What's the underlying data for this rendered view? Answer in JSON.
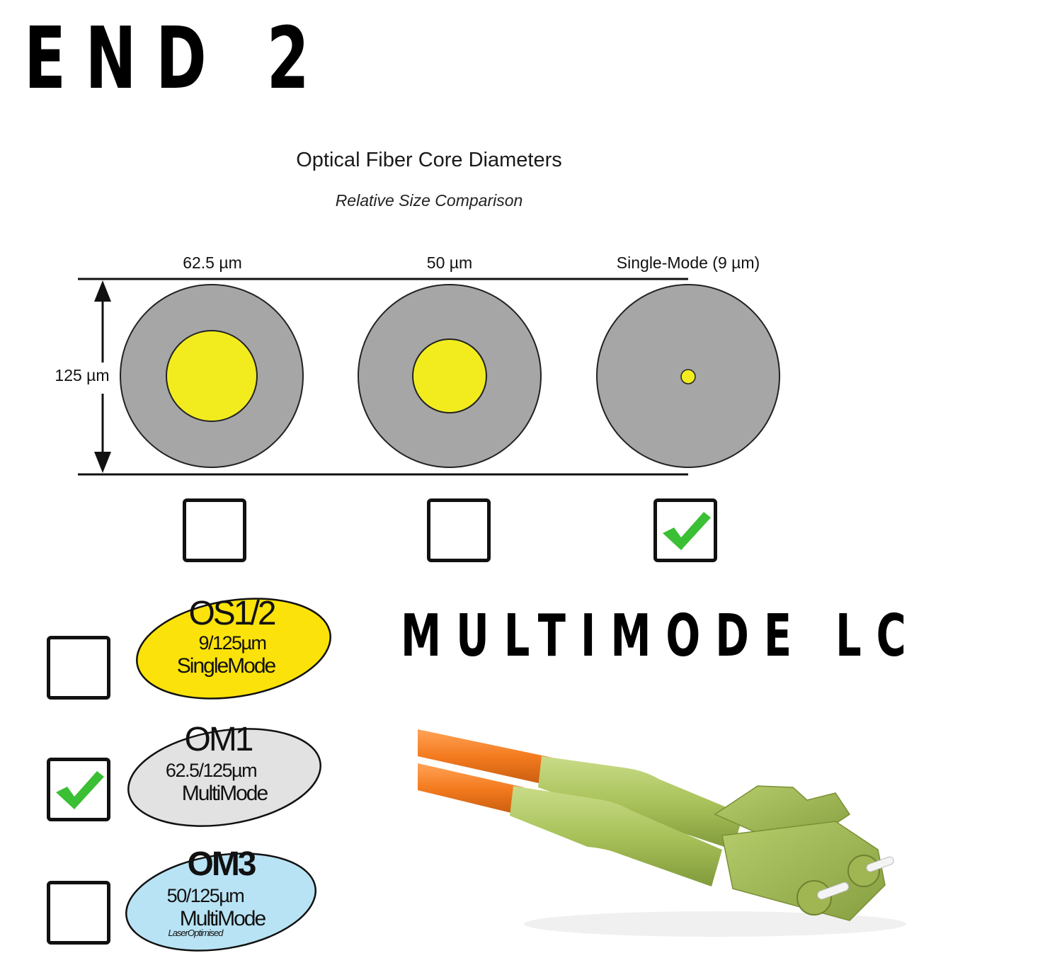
{
  "header": {
    "title": "END 2"
  },
  "diagram": {
    "title": "Optical Fiber Core Diameters",
    "subtitle": "Relative Size Comparison",
    "height_label": "125 µm",
    "columns": [
      {
        "label": "62.5 µm",
        "checked": false
      },
      {
        "label": "50 µm",
        "checked": false
      },
      {
        "label": "Single-Mode (9 µm)",
        "checked": true
      }
    ],
    "colors": {
      "cladding": "#a6a6a6",
      "core": "#f2ec1f",
      "check": "#3bbf34"
    }
  },
  "fiber_types": [
    {
      "name": "OS1/2",
      "spec": "9/125µm",
      "mode": "SingleMode",
      "note": "",
      "checked": false,
      "color": "#fbe20a"
    },
    {
      "name": "OM1",
      "spec": "62.5/125µm",
      "mode": "MultiMode",
      "note": "",
      "checked": true,
      "color": "#e2e2e2"
    },
    {
      "name": "OM3",
      "spec": "50/125µm",
      "mode": "MultiMode",
      "note": "LaserOptimised",
      "checked": false,
      "color": "#b8e3f4"
    }
  ],
  "connector": {
    "title": "MULTIMODE LC",
    "colors": {
      "cable": "#f47a1e",
      "boot": "#a9c25a"
    }
  }
}
